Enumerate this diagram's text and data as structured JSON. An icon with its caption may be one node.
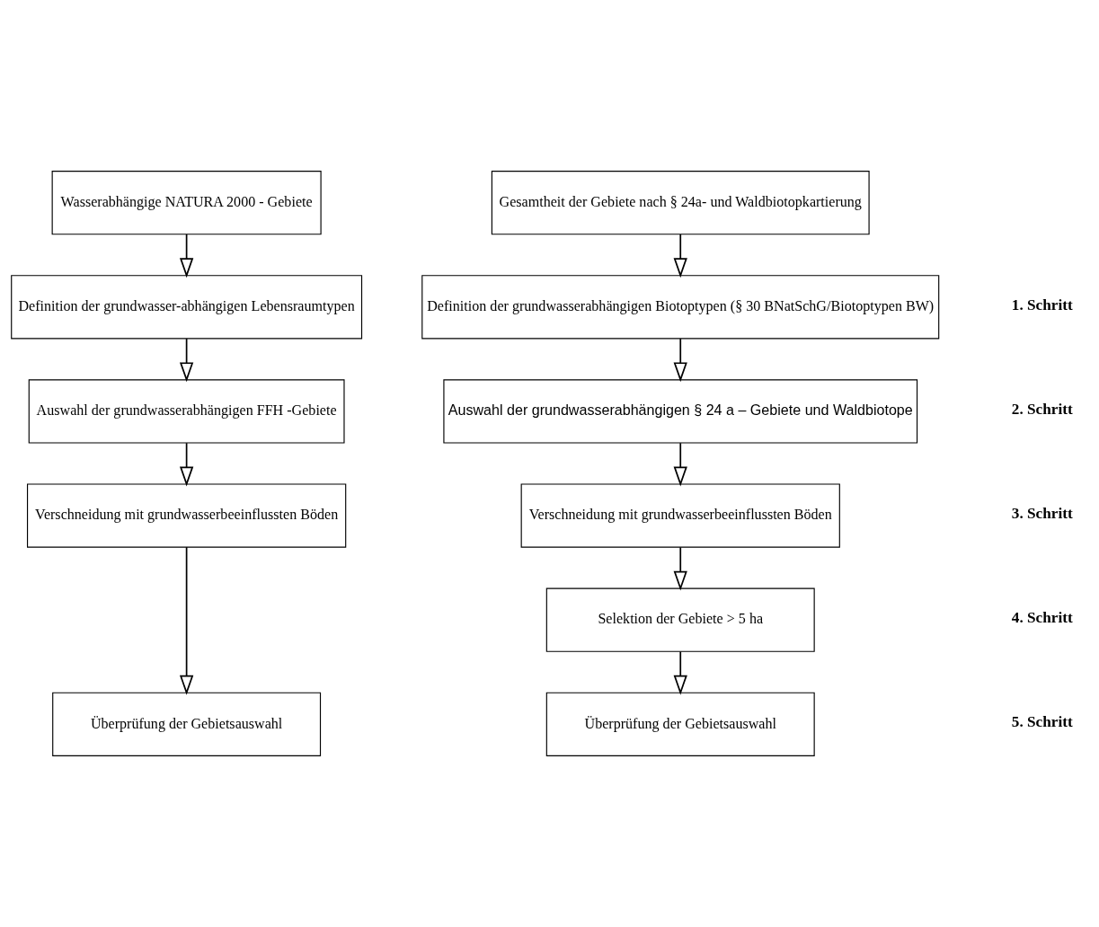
{
  "diagram": {
    "nodes": [
      {
        "text": [
          "Wasserabhängige NATURA 2000 - Gebiete"
        ]
      },
      {
        "text": [
          "Gesamtheit der Gebiete nach § 24a- und Waldbiotopkartierung"
        ]
      },
      {
        "text": [
          "Definition der grundwasser-abhängigen Lebensraumtypen"
        ]
      },
      {
        "text": [
          "Definition der grundwasserabhängigen Biotoptypen (§ 30 BNatSchG/Biotoptypen BW)"
        ]
      },
      {
        "text": [
          "Auswahl der grundwasserabhängigen FFH -Gebiete"
        ]
      },
      {
        "text": [
          "Auswahl der grundwasserabhängigen § 24 a – Gebiete und Waldbiotope"
        ]
      },
      {
        "text": [
          "Verschneidung mit grundwasserbeeinflussten Böden"
        ]
      },
      {
        "text": [
          "Verschneidung mit grundwasserbeeinflussten Böden"
        ]
      },
      {
        "text": [
          "Selektion der Gebiete > 5 ha"
        ]
      },
      {
        "text": [
          "Überprüfung der Gebietsauswahl"
        ]
      },
      {
        "text": [
          "Überprüfung der Gebietsauswahl"
        ]
      }
    ],
    "edges": [
      {
        "from": 0,
        "to": 2,
        "arrow": "to"
      },
      {
        "from": 2,
        "to": 4,
        "arrow": "to"
      },
      {
        "from": 4,
        "to": 6,
        "arrow": "to"
      },
      {
        "from": 6,
        "to": 9,
        "arrow": "to"
      },
      {
        "from": 1,
        "to": 3,
        "arrow": "to"
      },
      {
        "from": 3,
        "to": 5,
        "arrow": "to"
      },
      {
        "from": 5,
        "to": 7,
        "arrow": "to"
      },
      {
        "from": 7,
        "to": 8,
        "arrow": "to"
      },
      {
        "from": 8,
        "to": 10,
        "arrow": "to"
      }
    ],
    "labels": [
      "1. Schritt",
      "2. Schritt",
      "3. Schritt",
      "4. Schritt",
      "5. Schritt"
    ]
  }
}
